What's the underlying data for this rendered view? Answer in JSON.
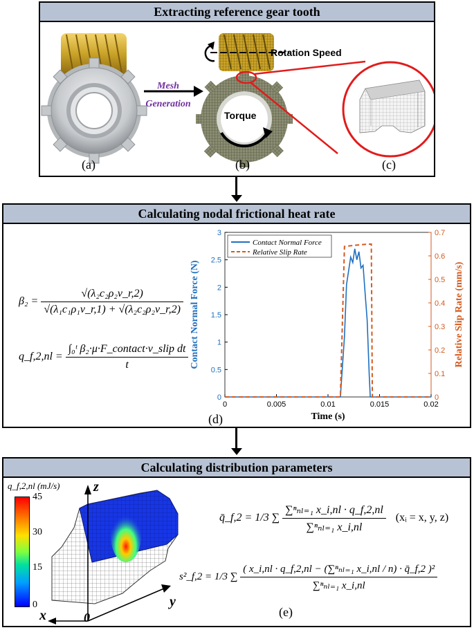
{
  "panel1": {
    "title": "Extracting reference gear tooth",
    "mesh_label_line1": "Mesh",
    "mesh_label_line2": "Generation",
    "rotation_label": "Rotation Speed",
    "torque_label": "Torque",
    "label_a": "(a)",
    "label_b": "(b)",
    "label_c": "(c)",
    "colors": {
      "gear_gold": "#c9a227",
      "gear_silver": "#bfc2c6",
      "mesh_dark": "#5e6246",
      "highlight_red": "#e11b1b",
      "mesh_label": "#7030a0"
    }
  },
  "panel2": {
    "title": "Calculating nodal frictional heat rate",
    "label_d": "(d)",
    "eq_beta_lhs": "β₂ =",
    "eq_beta_num": "√(λ₂c₂ρ₂v_r,2)",
    "eq_beta_den": "√(λ₁c₁ρ₁v_r,1) + √(λ₂c₂ρ₂v_r,2)",
    "eq_q_lhs": "q_f,2,nl =",
    "eq_q_num": "∫₀ᵗ β₂·μ·F_contact·v_slip dt",
    "eq_q_den": "t"
  },
  "panel3": {
    "title": "Calculating distribution parameters",
    "label_e": "(e)",
    "colorbar_title": "q_f,2,nl (mJ/s)",
    "colorbar_ticks": [
      "45",
      "30",
      "15",
      "0"
    ],
    "axis_z": "z",
    "axis_x": "x",
    "axis_y": "y",
    "origin": "0",
    "eq_mean_lhs": "q̄_f,2 = 1/3 ∑",
    "eq_mean_num": "∑ⁿₙₗ₌₁ x_i,nl · q_f,2,nl",
    "eq_mean_den": "∑ⁿₙₗ₌₁ x_i,nl",
    "eq_mean_note": "(xᵢ = x, y, z)",
    "eq_var_lhs": "s²_f,2 = 1/3 ∑",
    "eq_var_num": "( x_i,nl · q_f,2,nl − (∑ⁿₙₗ₌₁ x_i,nl / n) · q̄_f,2 )²",
    "eq_var_den": "∑ⁿₙₗ₌₁ x_i,nl"
  },
  "chart_data": {
    "type": "line",
    "xlabel": "Time (s)",
    "ylabel": "Contact Normal Force (N)",
    "ylabel_right": "Relative Slip Rate (mm/s)",
    "xlim": [
      0,
      0.02
    ],
    "ylim": [
      0,
      3
    ],
    "ylim_right": [
      0,
      0.7
    ],
    "x_ticks": [
      "0",
      "0.005",
      "0.01",
      "0.015",
      "0.02"
    ],
    "y_ticks": [
      "0",
      "0.5",
      "1",
      "1.5",
      "2",
      "2.5",
      "3"
    ],
    "y_ticks_right": [
      "0",
      "0.1",
      "0.2",
      "0.3",
      "0.4",
      "0.5",
      "0.6",
      "0.7"
    ],
    "legend_position": "top-left",
    "series": [
      {
        "name": "Contact Normal Force",
        "axis": "left",
        "color": "#1f6fbf",
        "style": "solid",
        "x": [
          0,
          0.0112,
          0.0116,
          0.0118,
          0.012,
          0.0122,
          0.0124,
          0.0126,
          0.0128,
          0.013,
          0.0132,
          0.0134,
          0.0136,
          0.0138,
          0.014,
          0.0141,
          0.02
        ],
        "y": [
          0,
          0,
          1.1,
          2.05,
          2.3,
          2.55,
          2.45,
          2.7,
          2.5,
          2.65,
          2.35,
          2.4,
          1.9,
          1.4,
          0.4,
          0,
          0
        ]
      },
      {
        "name": "Relative Slip Rate",
        "axis": "right",
        "color": "#d35a1e",
        "style": "dashed",
        "x": [
          0,
          0.0112,
          0.0116,
          0.0126,
          0.0139,
          0.0142,
          0.0143,
          0.02
        ],
        "y": [
          0,
          0,
          0.64,
          0.645,
          0.65,
          0.65,
          0,
          0
        ]
      }
    ]
  }
}
